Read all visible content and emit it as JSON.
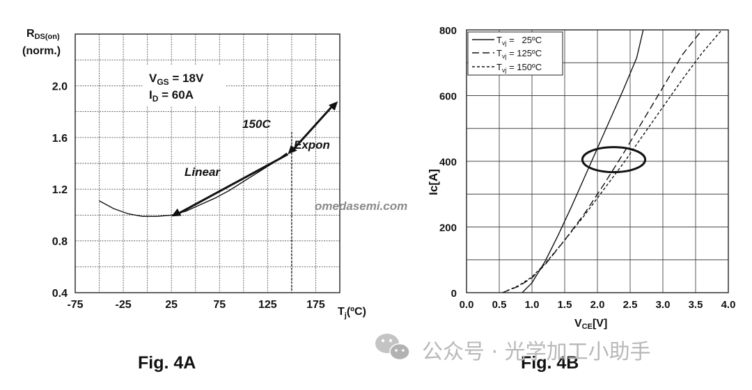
{
  "watermark": "omedasemi.com",
  "wechat_label": "公众号 · 光学加工小助手",
  "chart_data": [
    {
      "type": "line",
      "caption": "Fig. 4A",
      "ylabel_main": "R",
      "ylabel_sub": "DS(on)",
      "ylabel_line2": "(norm.)",
      "xlabel_main": "T",
      "xlabel_sub": "j",
      "xlabel_unit": "(ºC)",
      "xlim": [
        -75,
        200
      ],
      "ylim": [
        0.4,
        2.4
      ],
      "xticks": [
        "-75",
        "-25",
        "25",
        "75",
        "125",
        "175"
      ],
      "xtick_values": [
        -75,
        -25,
        25,
        75,
        125,
        175
      ],
      "yticks": [
        "0.4",
        "0.8",
        "1.2",
        "1.6",
        "2.0"
      ],
      "ytick_values": [
        0.4,
        0.8,
        1.2,
        1.6,
        2.0
      ],
      "grid": true,
      "conditions": [
        {
          "main": "V",
          "sub": "GS",
          "rest": " = 18V"
        },
        {
          "main": "I",
          "sub": "D",
          "rest": " = 60A"
        }
      ],
      "curve": {
        "x": [
          -50,
          -35,
          -20,
          -5,
          10,
          25,
          40,
          55,
          70,
          85,
          100,
          115,
          130,
          145
        ],
        "y": [
          1.11,
          1.05,
          1.01,
          0.99,
          0.99,
          1.0,
          1.03,
          1.08,
          1.13,
          1.19,
          1.26,
          1.33,
          1.4,
          1.48
        ]
      },
      "annotations": {
        "linear_label": "Linear",
        "expon_label": "Expon",
        "temp_label": "150C",
        "linear_arrow": {
          "x": [
            25,
            146
          ],
          "y": [
            0.99,
            1.47
          ]
        },
        "expon_arrow": {
          "x": [
            146,
            198
          ],
          "y": [
            1.47,
            1.88
          ]
        },
        "vline_x": 150
      }
    },
    {
      "type": "line",
      "caption": "Fig. 4B",
      "ylabel": "Ic[A]",
      "xlabel_main": "V",
      "xlabel_sub": "CE",
      "xlabel_unit": "[V]",
      "xlim": [
        0,
        4.0
      ],
      "ylim": [
        0,
        800
      ],
      "xticks": [
        "0.0",
        "0.5",
        "1.0",
        "1.5",
        "2.0",
        "2.5",
        "3.0",
        "3.5",
        "4.0"
      ],
      "xtick_values": [
        0,
        0.5,
        1.0,
        1.5,
        2.0,
        2.5,
        3.0,
        3.5,
        4.0
      ],
      "yticks": [
        "0",
        "200",
        "400",
        "600",
        "800"
      ],
      "ytick_values": [
        0,
        200,
        400,
        600,
        800
      ],
      "grid": true,
      "legend_position": "top-left",
      "series": [
        {
          "name": "T",
          "name_sub": "vj",
          "name_rest": " =   25ºC",
          "dash": "none",
          "x": [
            0.85,
            1.0,
            1.2,
            1.4,
            1.6,
            1.8,
            2.0,
            2.2,
            2.4,
            2.6,
            2.7
          ],
          "y": [
            0,
            30,
            95,
            175,
            260,
            350,
            440,
            530,
            620,
            715,
            800
          ]
        },
        {
          "name": "T",
          "name_sub": "vj",
          "name_rest": " = 125ºC",
          "dash": "10,5",
          "x": [
            0.55,
            0.8,
            1.0,
            1.2,
            1.5,
            1.8,
            2.1,
            2.4,
            2.7,
            3.0,
            3.3,
            3.6
          ],
          "y": [
            0,
            20,
            45,
            85,
            160,
            240,
            330,
            425,
            525,
            625,
            725,
            800
          ]
        },
        {
          "name": "T",
          "name_sub": "vj",
          "name_rest": " = 150ºC",
          "dash": "4,3",
          "x": [
            0.55,
            0.8,
            1.0,
            1.2,
            1.5,
            1.8,
            2.1,
            2.4,
            2.7,
            3.0,
            3.3,
            3.6,
            3.9
          ],
          "y": [
            0,
            22,
            48,
            88,
            160,
            235,
            315,
            395,
            480,
            565,
            650,
            730,
            800
          ]
        }
      ],
      "highlight_ellipse": {
        "cx": 2.25,
        "cy": 405,
        "rx": 0.48,
        "ry": 38
      }
    }
  ]
}
